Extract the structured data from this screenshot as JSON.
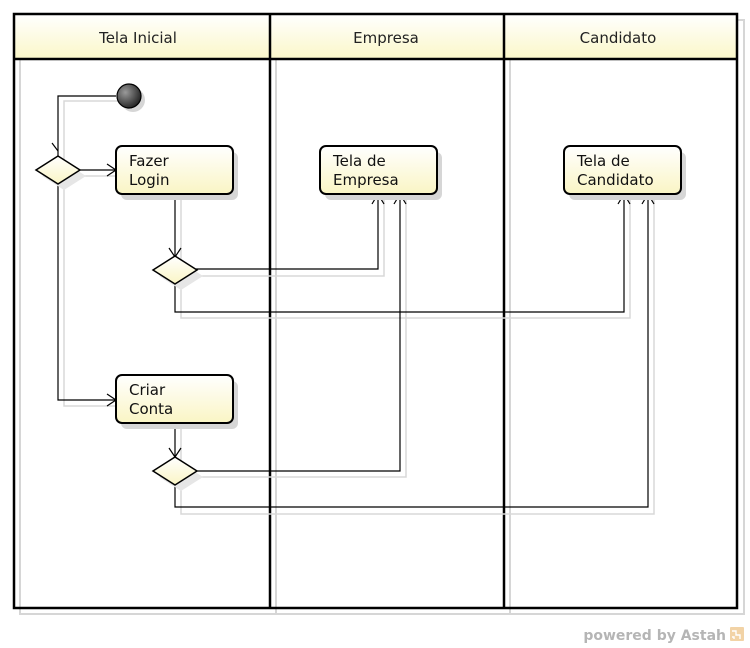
{
  "lanes": [
    {
      "label": "Tela Inicial"
    },
    {
      "label": "Empresa"
    },
    {
      "label": "Candidato"
    }
  ],
  "nodes": {
    "fazer_login": {
      "line1": "Fazer",
      "line2": "Login"
    },
    "criar_conta": {
      "line1": "Criar",
      "line2": "Conta"
    },
    "tela_empresa": {
      "line1": "Tela de",
      "line2": "Empresa"
    },
    "tela_candidato": {
      "line1": "Tela de",
      "line2": "Candidato"
    }
  },
  "watermark": {
    "text": "powered by Astah"
  },
  "colors": {
    "header_fill": "#fdfbd6",
    "node_fill": "#fdfbd6",
    "line": "#000000",
    "shadow": "#d6d6d6"
  }
}
